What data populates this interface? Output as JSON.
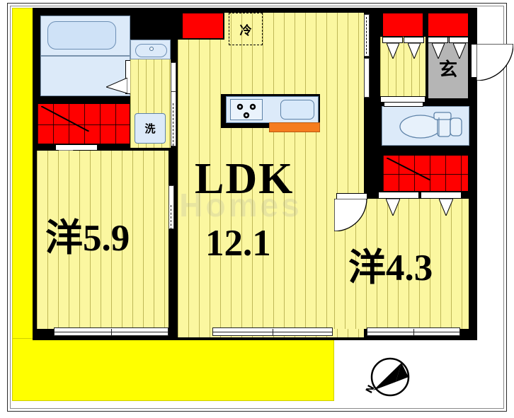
{
  "document": {
    "type": "japanese-apartment-floor-plan",
    "watermark": "Homes"
  },
  "rooms": [
    {
      "id": "ldk",
      "label": "LDK",
      "area": "12.1",
      "kind": "living-dining-kitchen"
    },
    {
      "id": "washitsu_59",
      "label": "洋",
      "area": "5.9",
      "kind": "western-room"
    },
    {
      "id": "washitsu_43",
      "label": "洋",
      "area": "4.3",
      "kind": "western-room"
    }
  ],
  "labels": {
    "ldk": "LDK",
    "ldk_area": "12.1",
    "room59": "洋5.9",
    "room59_kanji": "洋",
    "room59_area": "5.9",
    "room43": "洋4.3",
    "room43_kanji": "洋",
    "room43_area": "4.3",
    "entrance": "玄",
    "refrigerator": "冷",
    "washing_machine": "洗",
    "compass_north": "N"
  },
  "fixtures": [
    {
      "name": "bathtub",
      "label": ""
    },
    {
      "name": "bathroom-floor",
      "label": ""
    },
    {
      "name": "washbasin",
      "label": ""
    },
    {
      "name": "washing-machine-space",
      "label": "洗"
    },
    {
      "name": "toilet",
      "label": ""
    },
    {
      "name": "kitchen-sink",
      "label": ""
    },
    {
      "name": "gas-stove-3-burner",
      "label": ""
    },
    {
      "name": "refrigerator-space",
      "label": "冷"
    },
    {
      "name": "entrance-door",
      "label": ""
    },
    {
      "name": "shoe-closet",
      "label": ""
    }
  ],
  "colors": {
    "floor": "#fbf7a0",
    "balcony": "#ffff00",
    "closet": "#ff0000",
    "wet_area": "#dceaf9",
    "entrance": "#b5b5b5",
    "wall": "#000000",
    "kitchen_accent": "#f57c1f"
  },
  "compass": {
    "direction_label": "N",
    "note": "north arrow"
  }
}
